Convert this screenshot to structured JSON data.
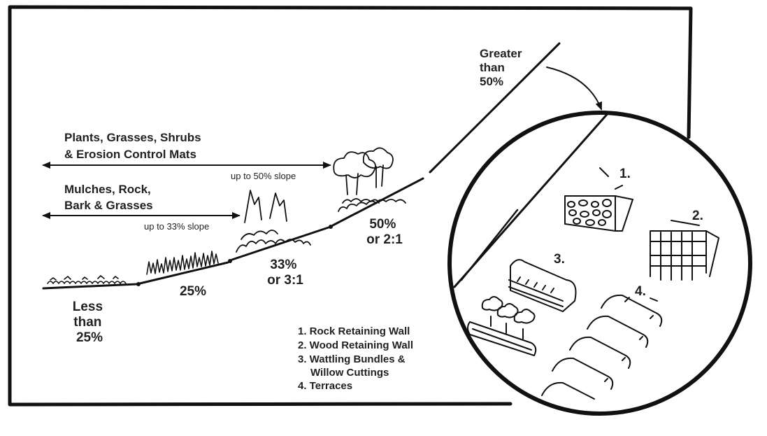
{
  "slopes": {
    "less_than_25": [
      "Less",
      "than",
      "25%"
    ],
    "pct_25": "25%",
    "pct_33": [
      "33%",
      "or 3:1"
    ],
    "pct_50": [
      "50%",
      "or 2:1"
    ],
    "greater_than_50": [
      "Greater",
      "than",
      "50%"
    ]
  },
  "arrows": {
    "plants": {
      "label": [
        "Plants, Grasses, Shrubs",
        "& Erosion Control Mats"
      ],
      "range": "up to 50% slope"
    },
    "mulches": {
      "label": [
        "Mulches, Rock,",
        "Bark & Grasses"
      ],
      "range": "up to 33% slope"
    }
  },
  "detail_markers": [
    "1.",
    "2.",
    "3.",
    "4."
  ],
  "legend": [
    "1. Rock Retaining Wall",
    "2. Wood Retaining Wall",
    "3. Wattling Bundles &",
    "Willow Cuttings",
    "4. Terraces"
  ]
}
